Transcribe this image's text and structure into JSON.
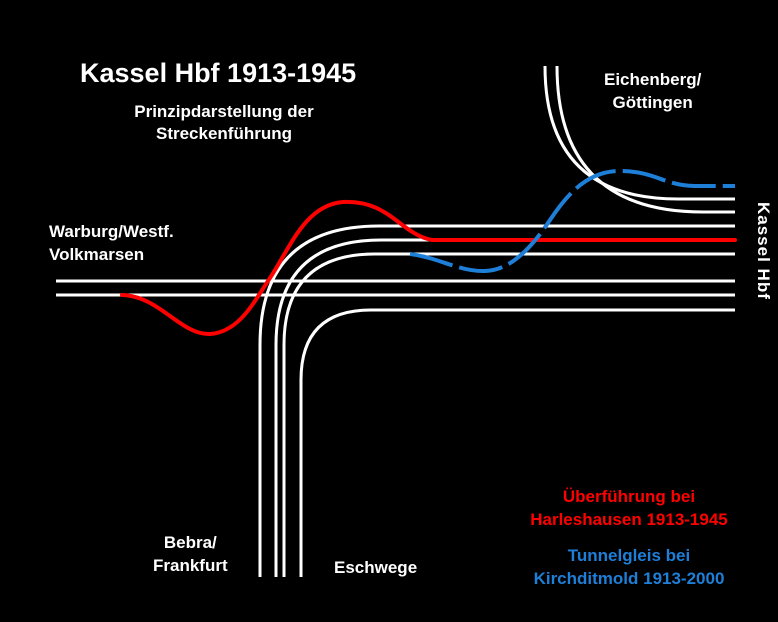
{
  "title": "Kassel Hbf 1913-1945",
  "subtitle": {
    "line1": "Prinzipdarstellung der",
    "line2": "Streckenführung"
  },
  "labels": {
    "warburg_line1": "Warburg/Westf.",
    "warburg_line2": "Volkmarsen",
    "eichenberg_line1": "Eichenberg/",
    "eichenberg_line2": "Göttingen",
    "bebra_line1": "Bebra/",
    "bebra_line2": "Frankfurt",
    "eschwege": "Eschwege",
    "kassel_hbf": "Kassel Hbf"
  },
  "legend": {
    "red_line1": "Überführung bei",
    "red_line2": "Harleshausen  1913-1945",
    "blue_line1": "Tunnelgleis bei",
    "blue_line2": "Kirchditmold 1913-2000"
  },
  "colors": {
    "background": "#000000",
    "track": "#ffffff",
    "overpass": "#ff0000",
    "tunnel": "#1e7fd8"
  }
}
